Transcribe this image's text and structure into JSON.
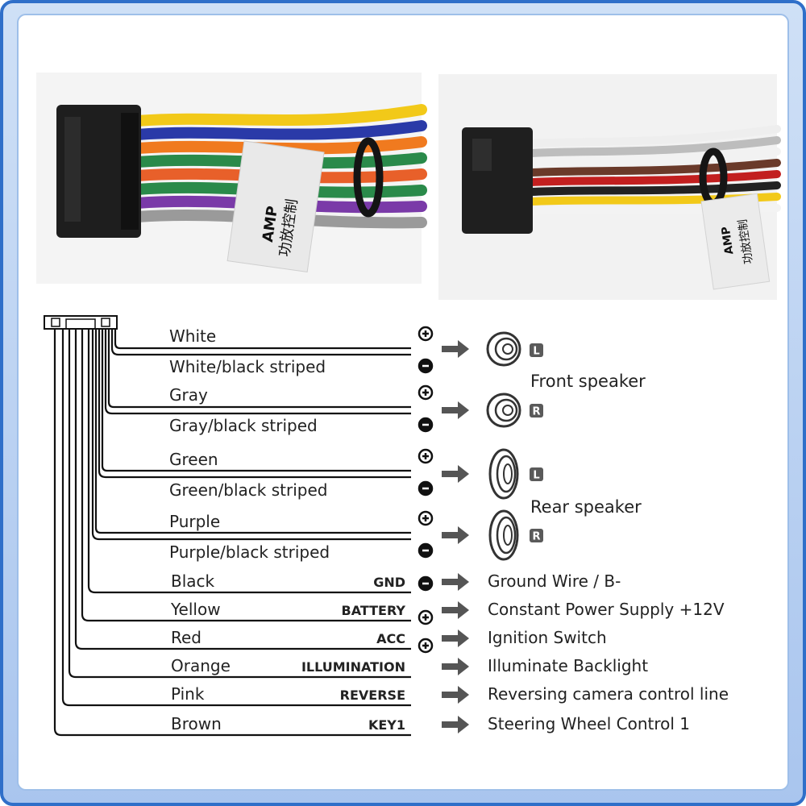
{
  "labels": {
    "amp_tag": "AMP",
    "amp_tag_cn": "功放控制",
    "front_speaker": "Front speaker",
    "rear_speaker": "Rear speaker",
    "left": "L",
    "right": "R"
  },
  "speaker_wires": [
    {
      "plus": "White",
      "minus": "White/black striped",
      "channel": "L"
    },
    {
      "plus": "Gray",
      "minus": "Gray/black striped",
      "channel": "R"
    },
    {
      "plus": "Green",
      "minus": "Green/black striped",
      "channel": "L"
    },
    {
      "plus": "Purple",
      "minus": "Purple/black striped",
      "channel": "R"
    }
  ],
  "signal_wires": [
    {
      "color": "Black",
      "code": "GND",
      "polarity": "minus",
      "function": "Ground Wire / B-"
    },
    {
      "color": "Yellow",
      "code": "BATTERY",
      "polarity": "plus",
      "function": "Constant Power Supply +12V"
    },
    {
      "color": "Red",
      "code": "ACC",
      "polarity": "plus",
      "function": "Ignition Switch"
    },
    {
      "color": "Orange",
      "code": "ILLUMINATION",
      "polarity": "",
      "function": "Illuminate Backlight"
    },
    {
      "color": "Pink",
      "code": "REVERSE",
      "polarity": "",
      "function": "Reversing camera control line"
    },
    {
      "color": "Brown",
      "code": "KEY1",
      "polarity": "",
      "function": "Steering Wheel Control 1"
    }
  ],
  "colors": {
    "frame_blue": "#2f6fc9",
    "line": "#111111",
    "arrow": "#555555",
    "text": "#222222",
    "badge": "#5a5a5a"
  },
  "photo_wire_colors_left": [
    "#f2c919",
    "#2a3aa8",
    "#f07a1f",
    "#2a8a4a",
    "#e8602a",
    "#2a8a4a",
    "#7a3aa8",
    "#9a9a9a"
  ],
  "photo_wire_colors_right": [
    "#eeeeee",
    "#bdbdbd",
    "#f2f2f2",
    "#6a3a2a",
    "#c21f1f",
    "#222222",
    "#f2c919",
    "#f3f3f3"
  ]
}
